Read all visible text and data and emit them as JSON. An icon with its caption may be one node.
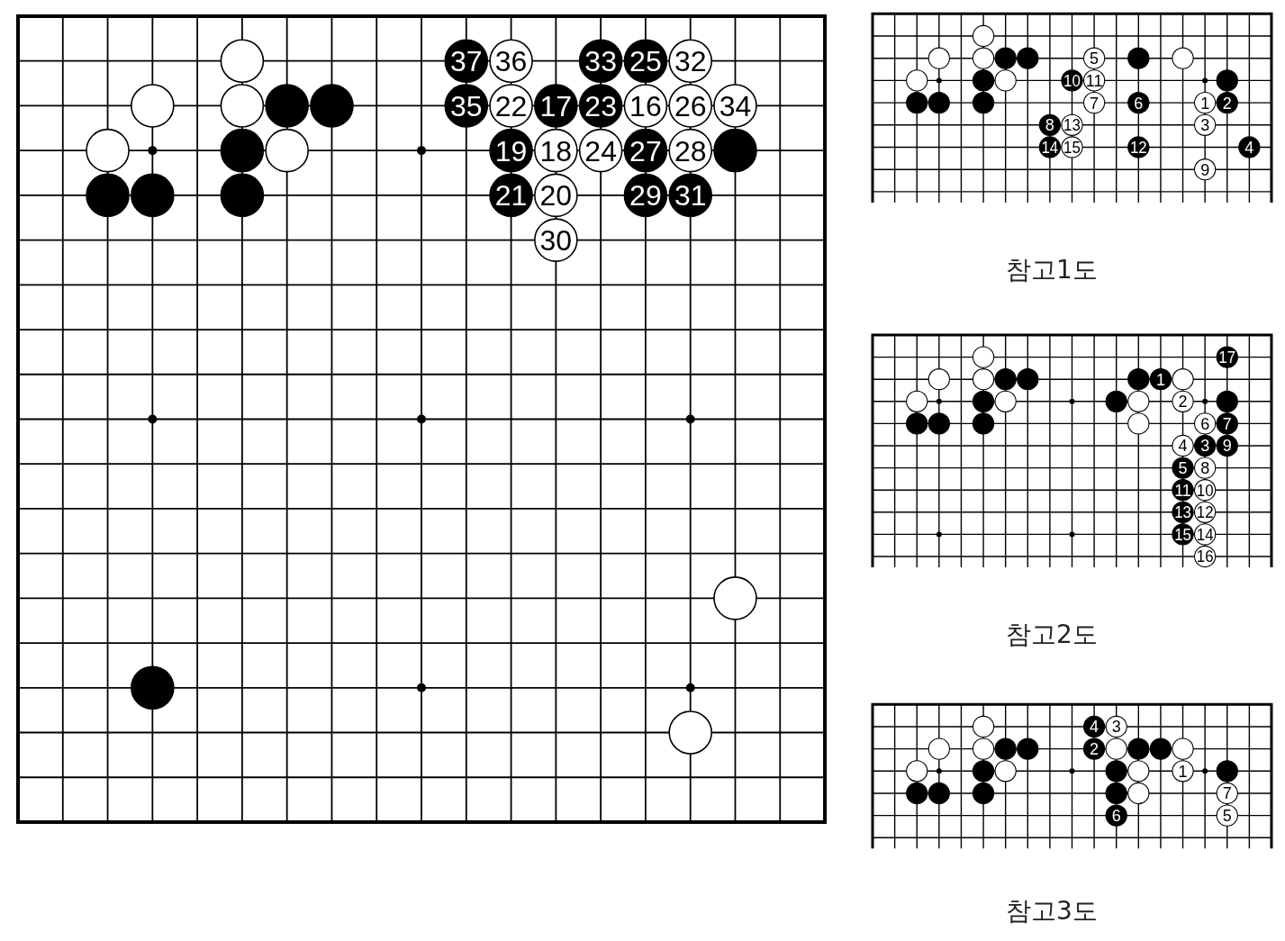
{
  "diagram": {
    "labels": [
      "37",
      "36",
      "33",
      "25",
      "32",
      "35",
      "22",
      "17",
      "23",
      "16",
      "26",
      "34",
      "19",
      "18",
      "24",
      "27",
      "28",
      "21",
      "20",
      "29",
      "31",
      "30",
      "5",
      "10",
      "11",
      "7",
      "6",
      "1",
      "2",
      "8",
      "13",
      "3",
      "14",
      "15",
      "12",
      "4",
      "9",
      "참고1도",
      "17",
      "1",
      "2",
      "6",
      "7",
      "4",
      "3",
      "9",
      "5",
      "8",
      "11",
      "10",
      "13",
      "12",
      "15",
      "14",
      "16",
      "참고2도",
      "4",
      "3",
      "2",
      "1",
      "7",
      "6",
      "5",
      "참고3도"
    ]
  }
}
